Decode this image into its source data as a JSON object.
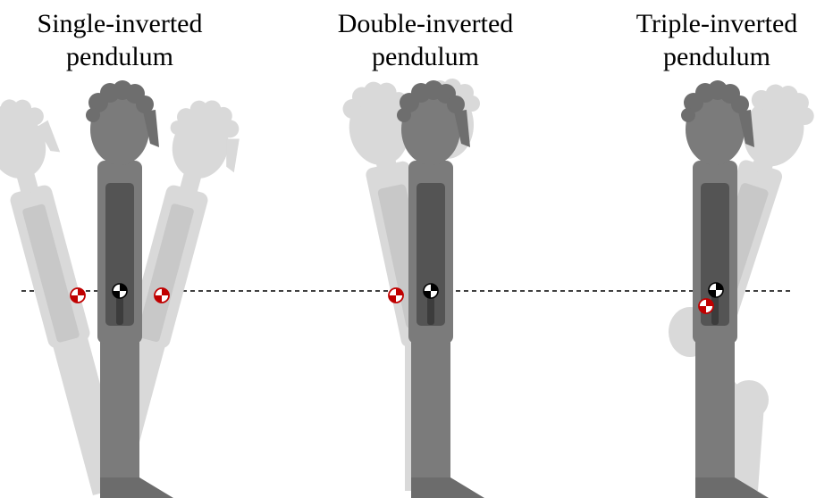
{
  "panels": [
    {
      "title_line1": "Single-inverted",
      "title_line2": "pendulum"
    },
    {
      "title_line1": "Double-inverted",
      "title_line2": "pendulum"
    },
    {
      "title_line1": "Triple-inverted",
      "title_line2": "pendulum"
    }
  ],
  "colors": {
    "figure_main": "#7b7b7b",
    "figure_main_dark": "#6c6c6c",
    "figure_torso_panel": "#545454",
    "figure_ghost": "#d9d9d9",
    "figure_ghost_panel": "#c3c3c3",
    "com_main": "#000000",
    "com_ghost": "#c00000",
    "reference_line": "#000000"
  },
  "icons": {
    "com_main": "center-of-mass-marker-icon",
    "com_ghost": "center-of-mass-marker-icon"
  }
}
